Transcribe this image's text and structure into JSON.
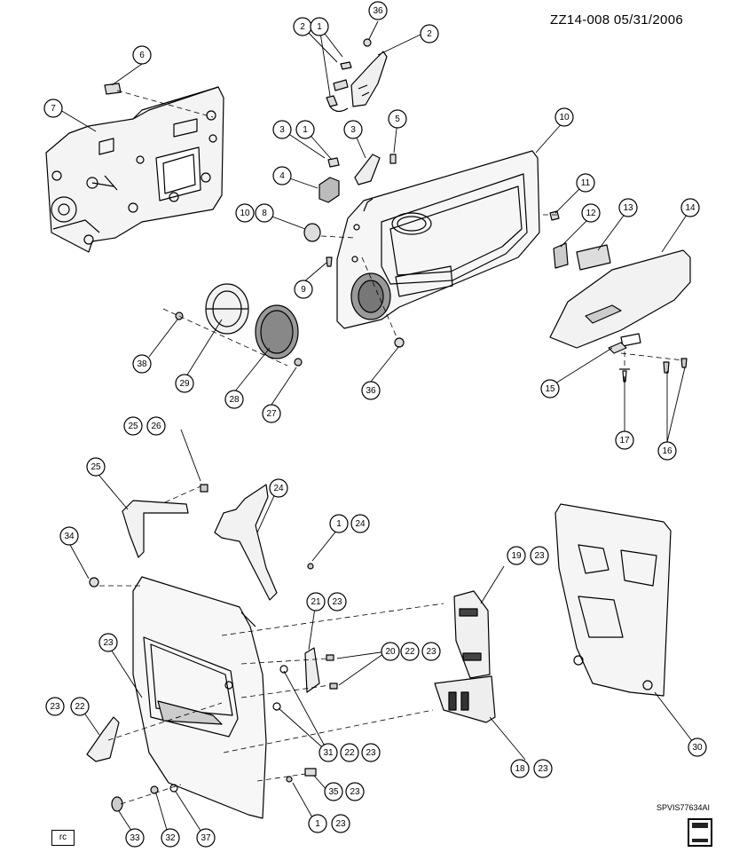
{
  "header": {
    "diagram_id": "ZZ14-008  05/31/2006"
  },
  "footer": {
    "code": "SPVIS77634AI",
    "corner_label": "rc"
  },
  "callouts": [
    "2",
    "1",
    "36",
    "2",
    "6",
    "7",
    "3",
    "1",
    "3",
    "5",
    "10",
    "4",
    "10",
    "8",
    "11",
    "12",
    "13",
    "14",
    "9",
    "38",
    "29",
    "28",
    "27",
    "36",
    "15",
    "17",
    "16",
    "25",
    "26",
    "25",
    "24",
    "1",
    "24",
    "34",
    "19",
    "23",
    "21",
    "23",
    "20",
    "22",
    "23",
    "23",
    "23",
    "22",
    "31",
    "22",
    "23",
    "18",
    "23",
    "30",
    "35",
    "23",
    "1",
    "23",
    "33",
    "32",
    "37"
  ]
}
